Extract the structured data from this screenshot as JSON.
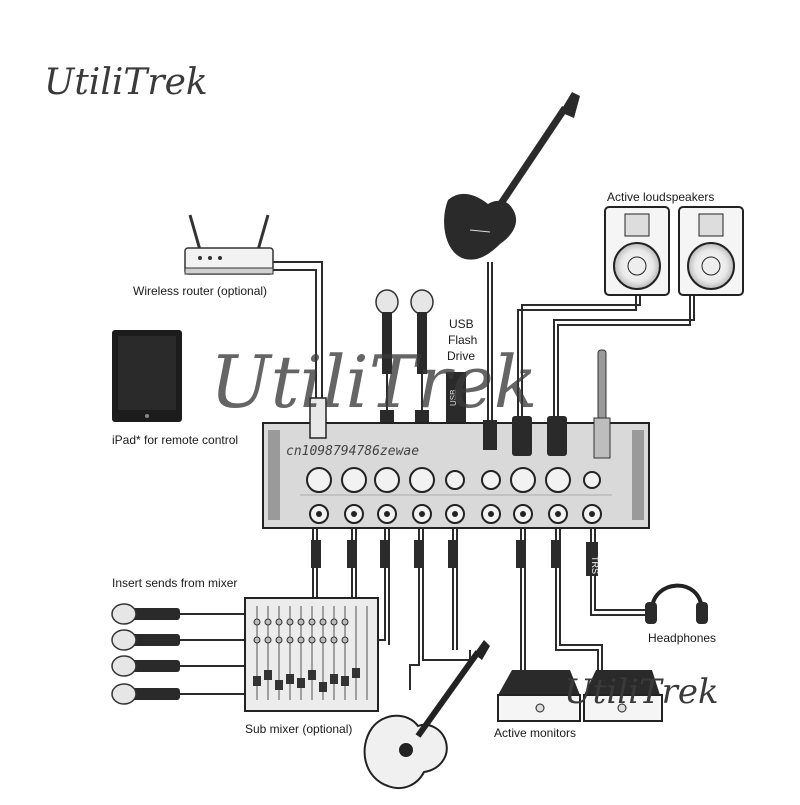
{
  "watermark": {
    "brand_top": "UtiliTrek",
    "brand_center": "UtiliTrek",
    "brand_bottom": "UtiliTrek",
    "serial": "cn1098794786zewae"
  },
  "labels": {
    "wireless_router": "Wireless router (optional)",
    "ipad": "iPad* for remote control",
    "usb_line1": "USB",
    "usb_line2": "Flash",
    "usb_line3": "Drive",
    "active_loudspeakers": "Active loudspeakers",
    "insert_sends": "Insert sends from mixer",
    "headphones": "Headphones",
    "sub_mixer": "Sub mixer (optional)",
    "active_monitors": "Active monitors",
    "trs_tag": "TRS",
    "usb_stick_text": "USB"
  },
  "icons": [
    "wireless-router-icon",
    "tablet-icon",
    "microphone-icon",
    "usb-drive-icon",
    "bass-guitar-icon",
    "loudspeaker-icon",
    "headphones-icon",
    "sub-mixer-icon",
    "acoustic-guitar-icon",
    "monitor-icon"
  ],
  "colors": {
    "line": "#1a1a1a",
    "panel": "#d9d9d9",
    "panel_dark": "#9a9a9a",
    "cable": "#2b2b2b"
  }
}
